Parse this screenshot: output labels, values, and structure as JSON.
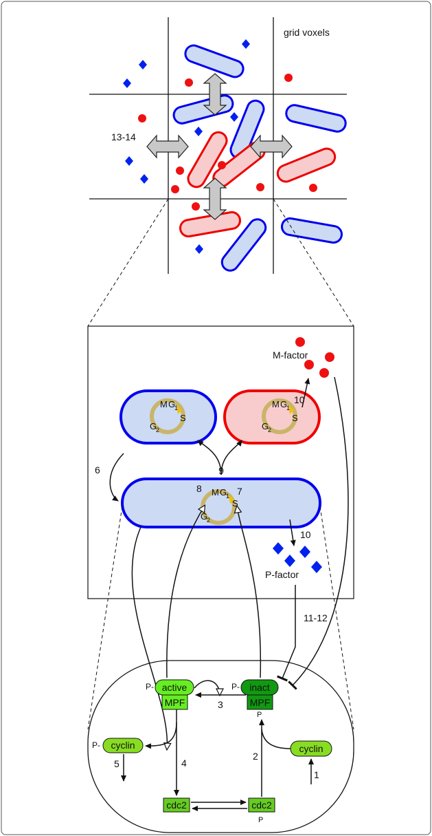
{
  "labels": {
    "grid_voxels": "grid voxels",
    "diffusion": "13-14",
    "m_factor": "M-factor",
    "p_factor": "P-factor",
    "phase_m": "M",
    "phase_g1": "G",
    "phase_g1_sub": "1",
    "phase_s": "S",
    "phase_g2": "G",
    "phase_g2_sub": "2",
    "active": "active",
    "inact": "inact",
    "mpf": "MPF",
    "cyclin": "cyclin",
    "cdc2": "cdc2",
    "p": "P",
    "p_dash": "P-"
  },
  "steps": {
    "s1": "1",
    "s2": "2",
    "s3": "3",
    "s4": "4",
    "s5": "5",
    "s6": "6",
    "s7": "7",
    "s8": "8",
    "s9": "9",
    "s10a": "10",
    "s10b": "10",
    "s11_12": "11-12"
  },
  "colors": {
    "blue_cell_fill": "#ccdaf3",
    "blue_cell_stroke": "#0000ee",
    "red_cell_fill": "#f8cccc",
    "red_cell_stroke": "#ee0000",
    "cycle_ring": "#c9b56a",
    "active_green": "#66ee22",
    "inact_green": "#119911",
    "cyclin_green": "#88dd22",
    "cdc2_green": "#66cc22",
    "m_factor_red": "#ee1111",
    "p_factor_blue": "#0022ee"
  }
}
